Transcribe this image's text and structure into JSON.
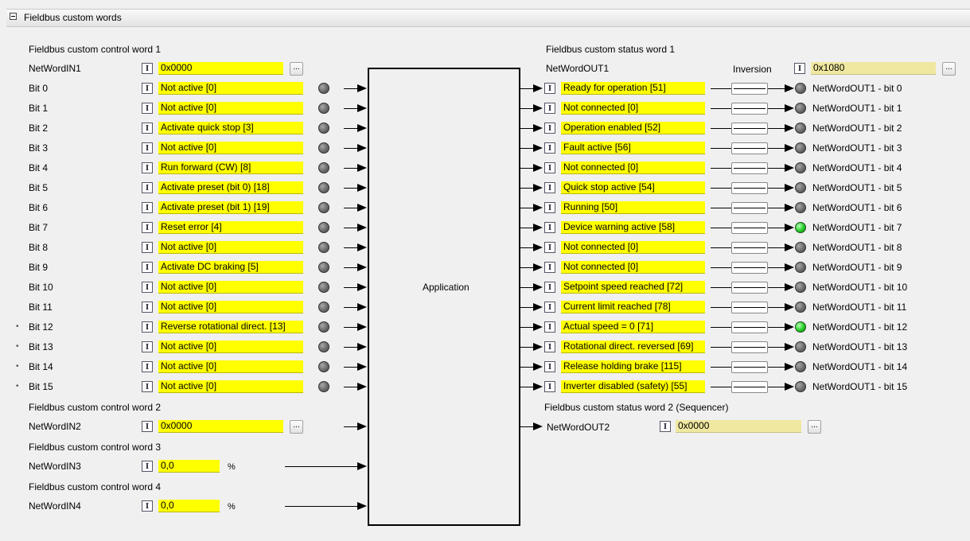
{
  "section": {
    "title": "Fieldbus custom words"
  },
  "in_groups": {
    "word1_title": "Fieldbus custom control word 1",
    "word2_title": "Fieldbus custom control word 2",
    "word3_title": "Fieldbus custom control word 3",
    "word4_title": "Fieldbus custom control word 4"
  },
  "in_words": {
    "w1": {
      "name": "NetWordIN1",
      "value": "0x0000"
    },
    "w2": {
      "name": "NetWordIN2",
      "value": "0x0000"
    },
    "w3": {
      "name": "NetWordIN3",
      "value": "0,0",
      "unit": "%"
    },
    "w4": {
      "name": "NetWordIN4",
      "value": "0,0",
      "unit": "%"
    }
  },
  "in_bits": [
    {
      "label": "Bit 0",
      "value": "Not active [0]",
      "dot": "",
      "active": false
    },
    {
      "label": "Bit 1",
      "value": "Not active [0]",
      "dot": "",
      "active": false
    },
    {
      "label": "Bit 2",
      "value": "Activate quick stop [3]",
      "dot": "",
      "active": false
    },
    {
      "label": "Bit 3",
      "value": "Not active [0]",
      "dot": "",
      "active": false
    },
    {
      "label": "Bit 4",
      "value": "Run forward (CW) [8]",
      "dot": "",
      "active": false
    },
    {
      "label": "Bit 5",
      "value": "Activate preset (bit 0) [18]",
      "dot": "",
      "active": false
    },
    {
      "label": "Bit 6",
      "value": "Activate preset (bit 1) [19]",
      "dot": "",
      "active": false
    },
    {
      "label": "Bit 7",
      "value": "Reset error [4]",
      "dot": "",
      "active": false
    },
    {
      "label": "Bit 8",
      "value": "Not active [0]",
      "dot": "",
      "active": false
    },
    {
      "label": "Bit 9",
      "value": "Activate DC braking [5]",
      "dot": "",
      "active": false
    },
    {
      "label": "Bit 10",
      "value": "Not active [0]",
      "dot": "",
      "active": false
    },
    {
      "label": "Bit 11",
      "value": "Not active [0]",
      "dot": "",
      "active": false
    },
    {
      "label": "Bit 12",
      "value": "Reverse rotational direct. [13]",
      "dot": "•",
      "active": false
    },
    {
      "label": "Bit 13",
      "value": "Not active [0]",
      "dot": "•",
      "active": false
    },
    {
      "label": "Bit 14",
      "value": "Not active [0]",
      "dot": "•",
      "active": false
    },
    {
      "label": "Bit 15",
      "value": "Not active [0]",
      "dot": "•",
      "active": false
    }
  ],
  "application": {
    "label": "Application"
  },
  "out_groups": {
    "word1_title": "Fieldbus custom status word 1",
    "word2_title": "Fieldbus custom status word 2 (Sequencer)",
    "inversion_label": "Inversion"
  },
  "out_words": {
    "w1": {
      "name": "NetWordOUT1",
      "value": "0x1080"
    },
    "w2": {
      "name": "NetWordOUT2",
      "value": "0x0000"
    }
  },
  "out_bits": [
    {
      "value": "Ready for operation [51]",
      "name": "NetWordOUT1 - bit 0",
      "active": false
    },
    {
      "value": "Not connected [0]",
      "name": "NetWordOUT1 - bit 1",
      "active": false
    },
    {
      "value": "Operation enabled [52]",
      "name": "NetWordOUT1 - bit 2",
      "active": false
    },
    {
      "value": "Fault active [56]",
      "name": "NetWordOUT1 - bit 3",
      "active": false
    },
    {
      "value": "Not connected [0]",
      "name": "NetWordOUT1 - bit 4",
      "active": false
    },
    {
      "value": "Quick stop active [54]",
      "name": "NetWordOUT1 - bit 5",
      "active": false
    },
    {
      "value": "Running [50]",
      "name": "NetWordOUT1 - bit 6",
      "active": false
    },
    {
      "value": "Device warning active [58]",
      "name": "NetWordOUT1 - bit 7",
      "active": true
    },
    {
      "value": "Not connected [0]",
      "name": "NetWordOUT1 - bit 8",
      "active": false
    },
    {
      "value": "Not connected [0]",
      "name": "NetWordOUT1 - bit 9",
      "active": false
    },
    {
      "value": "Setpoint speed reached [72]",
      "name": "NetWordOUT1 - bit 10",
      "active": false
    },
    {
      "value": "Current limit reached [78]",
      "name": "NetWordOUT1 - bit 11",
      "active": false
    },
    {
      "value": "Actual speed = 0 [71]",
      "name": "NetWordOUT1 - bit 12",
      "active": true
    },
    {
      "value": "Rotational direct. reversed [69]",
      "name": "NetWordOUT1 - bit 13",
      "active": false
    },
    {
      "value": "Release holding brake [115]",
      "name": "NetWordOUT1 - bit 14",
      "active": false
    },
    {
      "value": "Inverter disabled (safety) [55]",
      "name": "NetWordOUT1 - bit 15",
      "active": false
    }
  ],
  "icons": {
    "info": "I",
    "more": "..."
  },
  "colors": {
    "field": "#ffff00",
    "field_readonly": "#f0e8a0",
    "led_on": "#22cc22",
    "led_off": "#6a6a6a"
  }
}
